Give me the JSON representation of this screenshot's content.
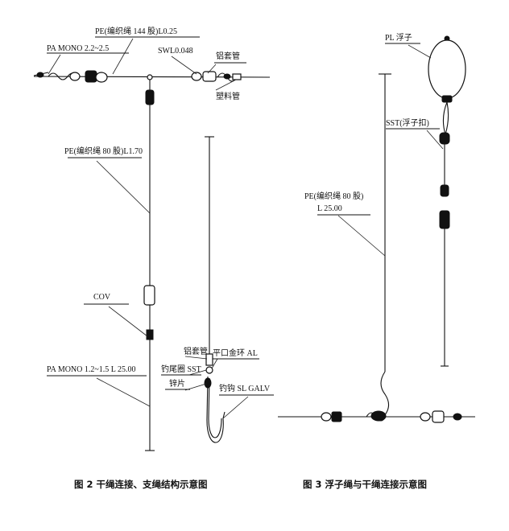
{
  "figure2": {
    "labels": {
      "pe_main": "PE(编织绳 144 股)L0.25",
      "pa_mono_top": "PA MONO   2.2~2.5",
      "swl": "SWL0.048",
      "sleeve_top": "铝套管",
      "plastic_tube": "塑料管",
      "pe_branch": "PE(编织绳 80 股)L1.70",
      "cov": "COV",
      "pa_mono_bottom": "PA MONO   1.2~1.5 L 25.00",
      "sleeve_bottom": "铝套管",
      "ring": "平口金环 AL",
      "hook_eye": "钓尾圈 SST",
      "lead_piece": "锌片",
      "hook": "钓钩 SL GALV"
    },
    "caption": "图 2   干绳连接、支绳结构示意图"
  },
  "figure3": {
    "labels": {
      "float": "PL 浮子",
      "sst": "SST(浮子扣)",
      "pe_line": "PE(编织绳 80 股)",
      "length": "L   25.00"
    },
    "caption": "图 3   浮子绳与干绳连接示意图"
  }
}
